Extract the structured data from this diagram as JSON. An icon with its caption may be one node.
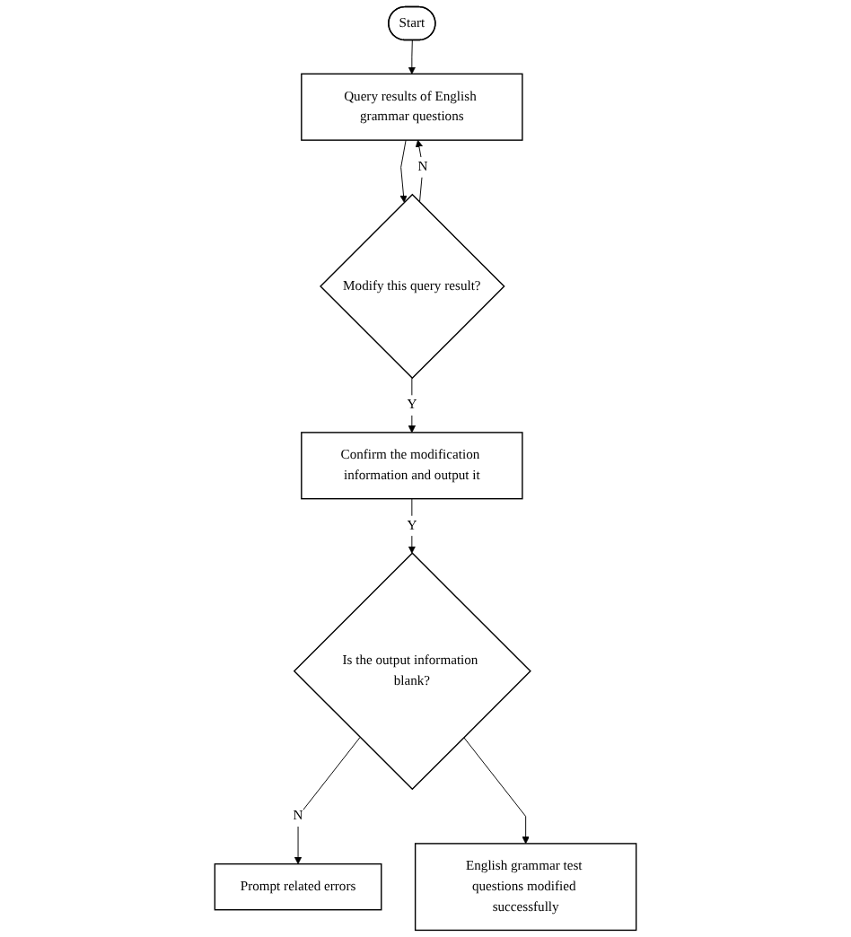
{
  "diagram": {
    "nodes": [
      {
        "text": [
          "Start"
        ]
      },
      {
        "text": [
          "Query results of English grammar questions"
        ]
      },
      {
        "text": [
          "Modify this query result?"
        ]
      },
      {
        "text": [
          "Confirm the modification information and output it"
        ]
      },
      {
        "text": [
          "Is the output information blank?"
        ]
      },
      {
        "text": [
          "Prompt related errors"
        ]
      },
      {
        "text": [
          "English grammar test questions modified successfully"
        ]
      }
    ],
    "edges": [
      {
        "from": 0,
        "to": 1,
        "arrow": "to"
      },
      {
        "from": 1,
        "to": 2,
        "arrow": "to"
      },
      {
        "from": 2,
        "to": 1,
        "arrow": "to",
        "label": "N"
      },
      {
        "from": 2,
        "to": 3,
        "arrow": "to",
        "label": "Y"
      },
      {
        "from": 3,
        "to": 4,
        "arrow": "to",
        "label": "Y"
      },
      {
        "from": 4,
        "to": 5,
        "arrow": "to",
        "label": "N"
      },
      {
        "from": 4,
        "to": 6,
        "arrow": "to"
      }
    ]
  }
}
